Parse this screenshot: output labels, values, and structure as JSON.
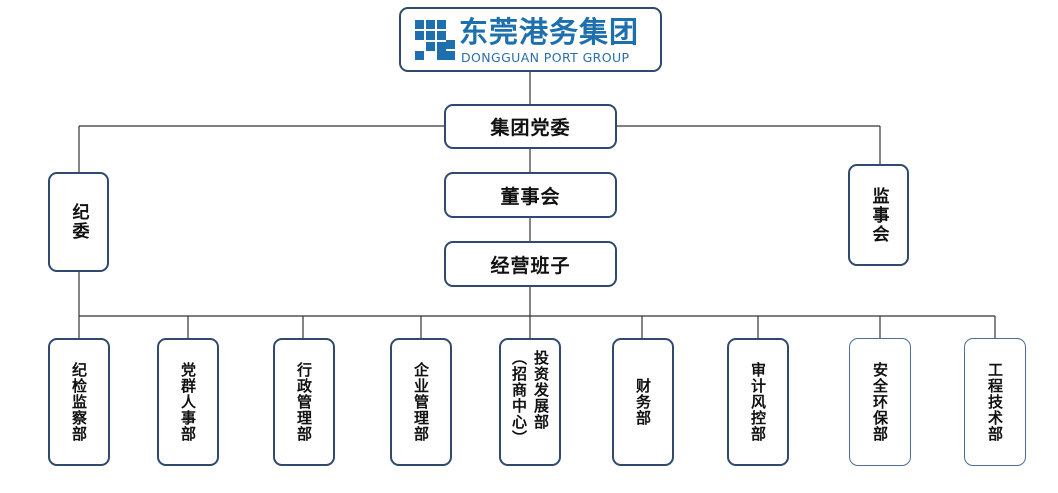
{
  "logo": {
    "name_cn": "东莞港务集团",
    "name_en": "DONGGUAN PORT GROUP",
    "mark": "company-logo-mark",
    "color": "#1d6fae"
  },
  "org": {
    "party_committee": "集团党委",
    "discipline_committee": "纪委",
    "board_of_directors": "董事会",
    "supervisory_board": "监事会",
    "management_team": "经营班子",
    "departments": [
      "纪检监察部",
      "党群人事部",
      "行政管理部",
      "企业管理部",
      "投资发展部（招商中心）",
      "财务部",
      "审计风控部",
      "安全环保部",
      "工程技术部"
    ]
  },
  "colors": {
    "box_border": "#2f4a6e",
    "connector": "#333333"
  }
}
